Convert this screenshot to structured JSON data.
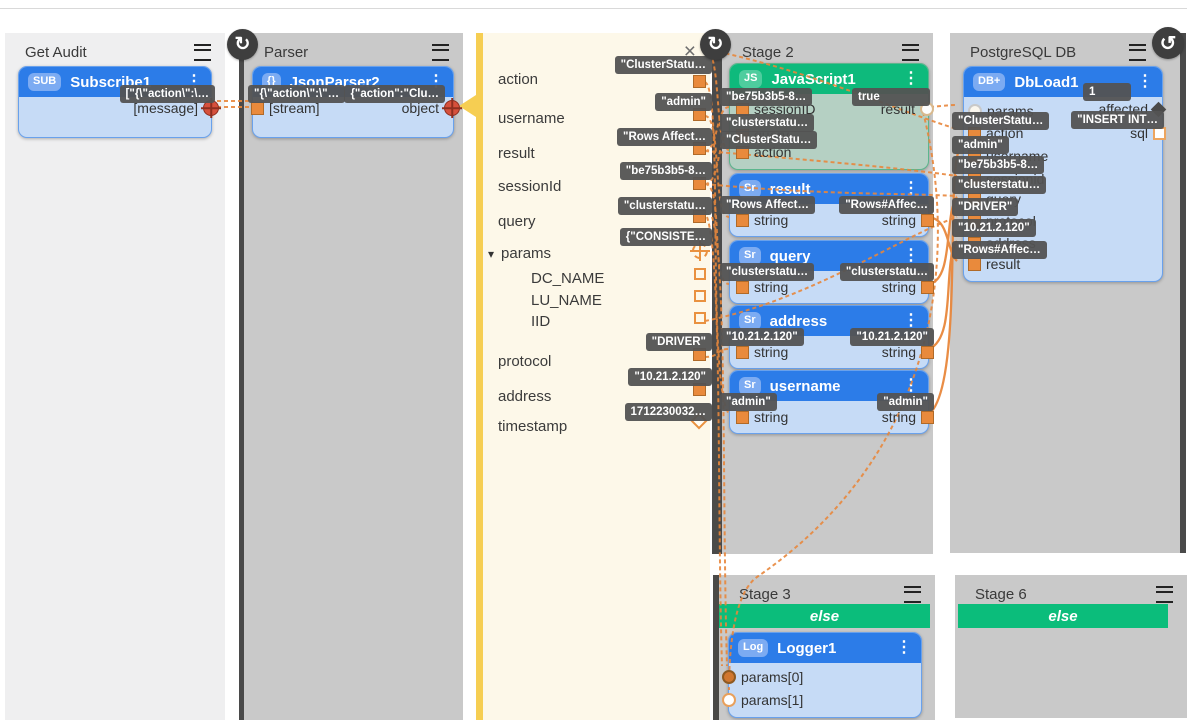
{
  "icons": {
    "kebab": "⋮",
    "chevron_down": "▾",
    "close": "×",
    "redo": "↻",
    "undo": "↺"
  },
  "colors": {
    "node_blue": "#2c7ce8",
    "node_green": "#0eba7c",
    "wire_orange": "#e8873c",
    "panel_gray": "#c9c9c9",
    "panel_light": "#efeff0",
    "detail_bg": "#fdf8e9",
    "detail_border": "#f6ce52"
  },
  "panels": {
    "get_audit": {
      "title": "Get Audit"
    },
    "parser": {
      "title": "Parser"
    },
    "detail": {
      "fields": [
        {
          "label": "action"
        },
        {
          "label": "username"
        },
        {
          "label": "result"
        },
        {
          "label": "sessionId"
        },
        {
          "label": "query"
        },
        {
          "label": "params"
        },
        {
          "label": "DC_NAME"
        },
        {
          "label": "LU_NAME"
        },
        {
          "label": "IID"
        },
        {
          "label": "protocol"
        },
        {
          "label": "address"
        },
        {
          "label": "timestamp"
        }
      ],
      "tags": {
        "action": "\"ClusterStatu…",
        "username": "\"admin\"",
        "result": "\"Rows Affect…",
        "sessionId": "\"be75b3b5-8…",
        "query": "\"clusterstatu…",
        "params": "{\"CONSISTE…",
        "protocol": "\"DRIVER\"",
        "address": "\"10.21.2.120\"",
        "timestamp": "1712230032…"
      }
    },
    "stage2": {
      "title": "Stage 2"
    },
    "postgres": {
      "title": "PostgreSQL DB"
    },
    "stage3": {
      "title": "Stage 3",
      "branch": "else"
    },
    "stage6": {
      "title": "Stage 6",
      "branch": "else"
    }
  },
  "nodes": {
    "subscribe1": {
      "badge": "SUB",
      "title": "Subscribe1",
      "out_tag": "[\"{\\\"action\\\":\\…",
      "out_label": "[message]"
    },
    "jsonparser2": {
      "badge": "{}",
      "title": "JsonParser2",
      "in_tag": "\"{\\\"action\\\":\\\"…",
      "in_label": "[stream]",
      "out_tag": "{\"action\":\"Clu…",
      "out_label": "object"
    },
    "javascript1": {
      "badge": "JS",
      "title": "JavaScript1",
      "inputs": [
        {
          "tag": "\"be75b3b5-8…",
          "label": "sessionID"
        },
        {
          "tag": "\"clusterstatu…",
          "label": "query"
        },
        {
          "tag": "\"ClusterStatu…",
          "label": "action"
        }
      ],
      "out_tag": "true",
      "out_label": "result"
    },
    "result": {
      "badge": "Sr",
      "title": "result",
      "in_tag": "\"Rows Affect…",
      "in_label": "string",
      "out_tag": "\"Rows#Affec…",
      "out_label": "string"
    },
    "query": {
      "badge": "Sr",
      "title": "query",
      "in_tag": "\"clusterstatu…",
      "in_label": "string",
      "out_tag": "\"clusterstatu…",
      "out_label": "string"
    },
    "address": {
      "badge": "Sr",
      "title": "address",
      "in_tag": "\"10.21.2.120\"",
      "in_label": "string",
      "out_tag": "\"10.21.2.120\"",
      "out_label": "string"
    },
    "username": {
      "badge": "Sr",
      "title": "username",
      "in_tag": "\"admin\"",
      "in_label": "string",
      "out_tag": "\"admin\"",
      "out_label": "string"
    },
    "dbload1": {
      "badge": "DB+",
      "title": "DbLoad1",
      "inputs": [
        {
          "label": "params"
        },
        {
          "tag": "\"ClusterStatu…",
          "label": "action"
        },
        {
          "tag": "\"admin\"",
          "label": "username"
        },
        {
          "tag": "\"be75b3b5-8…",
          "label": "sessionid"
        },
        {
          "tag": "\"clusterstatu…",
          "label": "query"
        },
        {
          "tag": "\"DRIVER\"",
          "label": "protocol"
        },
        {
          "tag": "\"10.21.2.120\"",
          "label": "address"
        },
        {
          "tag": "\"Rows#Affec…",
          "label": "result"
        }
      ],
      "outputs": [
        {
          "tag": "1",
          "label": "affected"
        },
        {
          "tag": "\"INSERT INT…",
          "label": "sql"
        }
      ]
    },
    "logger1": {
      "badge": "Log",
      "title": "Logger1",
      "inputs": [
        {
          "label": "params[0]"
        },
        {
          "label": "params[1]"
        }
      ]
    }
  }
}
